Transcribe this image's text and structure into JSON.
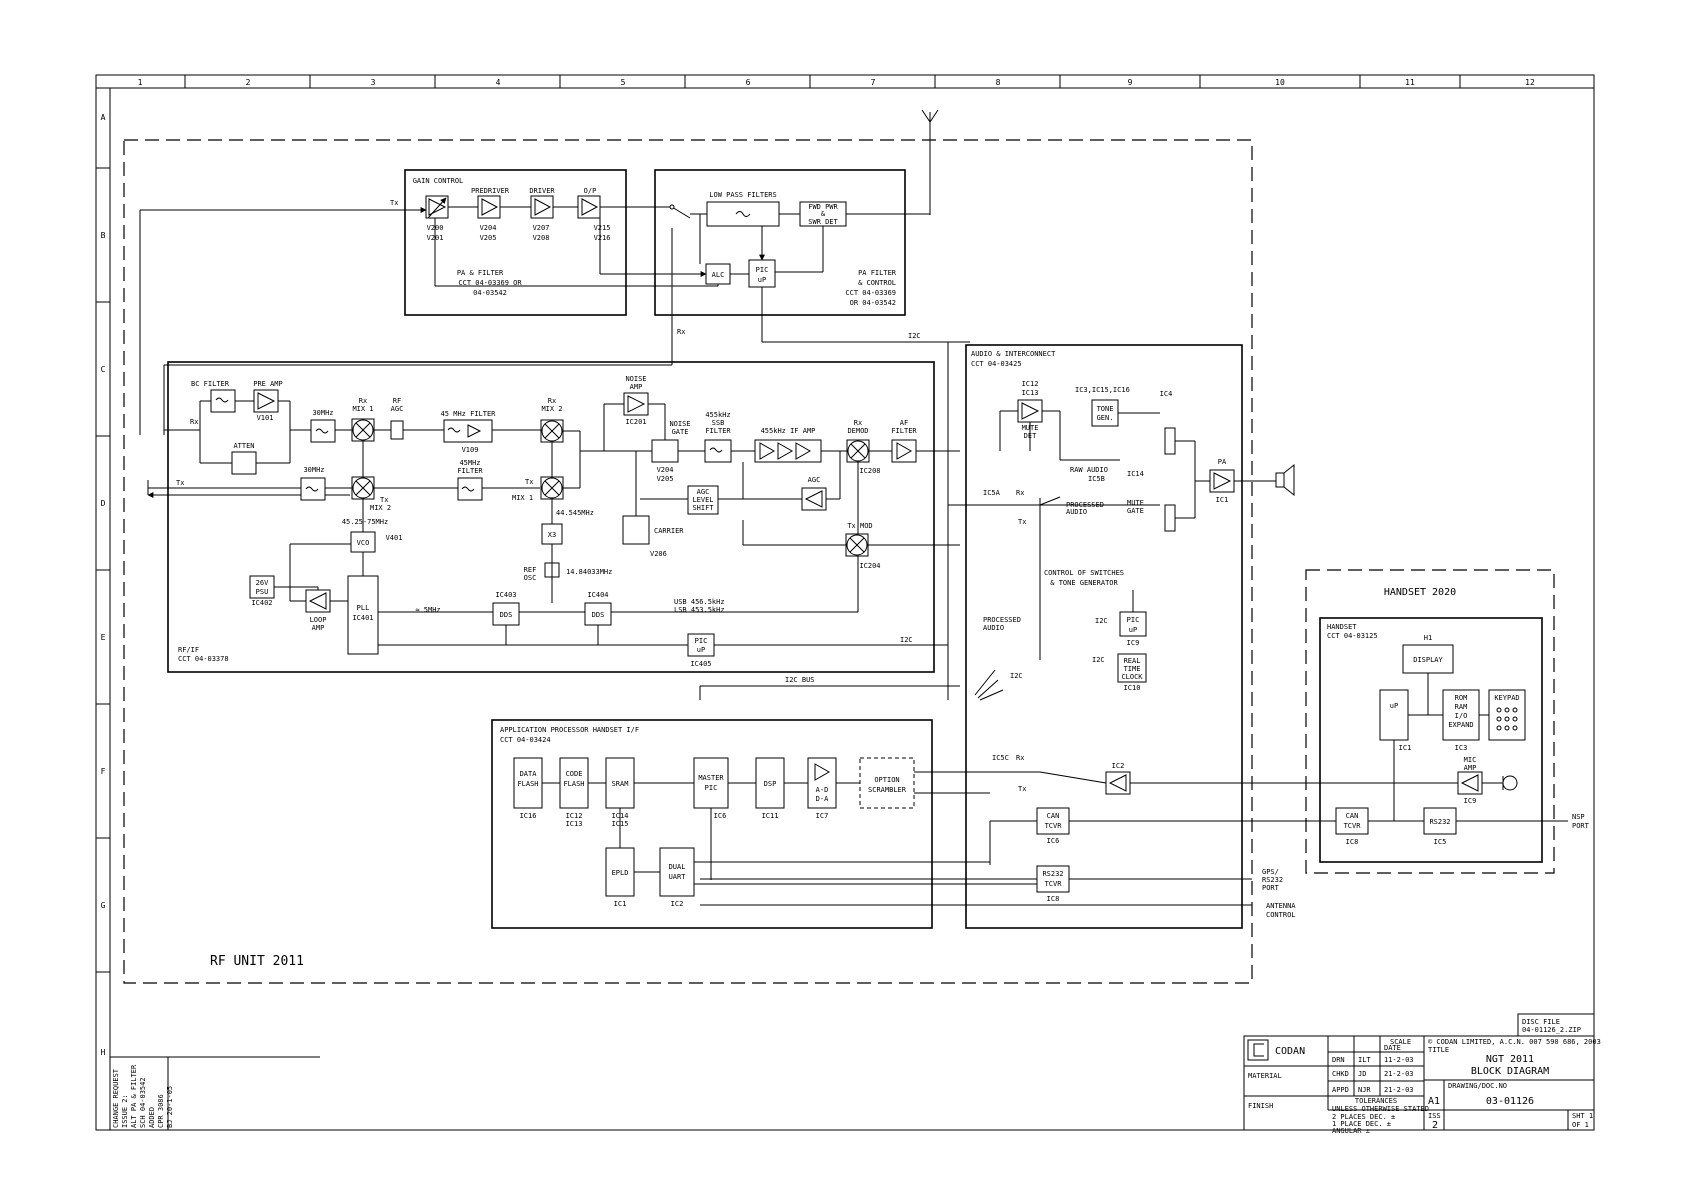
{
  "grid": {
    "cols": [
      "1",
      "2",
      "3",
      "4",
      "5",
      "6",
      "7",
      "8",
      "9",
      "10",
      "11",
      "12"
    ],
    "rows": [
      "A",
      "B",
      "C",
      "D",
      "E",
      "F",
      "G",
      "H"
    ]
  },
  "pa_filter": {
    "gain_control": "GAIN CONTROL",
    "gain_ic1": "V200",
    "gain_ic2": "V201",
    "predriver": "PREDRIVER",
    "pre_ic1": "V204",
    "pre_ic2": "V205",
    "driver": "DRIVER",
    "drv_ic1": "V207",
    "drv_ic2": "V208",
    "op": "O/P",
    "op_ic1": "V215",
    "op_ic2": "V216",
    "title1": "PA & FILTER",
    "title2": "CCT 04-03369 OR",
    "title3": "04-03542"
  },
  "pa_filter_control": {
    "lpf": "LOW PASS FILTERS",
    "fwd1": "FWD PWR",
    "fwd2": "&",
    "fwd3": "SWR DET",
    "alc": "ALC",
    "pic": "PIC",
    "up": "uP",
    "title1": "PA FILTER",
    "title2": "& CONTROL",
    "title3": "CCT 04-03369",
    "title4": "OR 04-03542"
  },
  "signals": {
    "tx": "Tx",
    "rx": "Rx",
    "i2c": "I2C",
    "i2c_bus": "I2C BUS"
  },
  "rf_if": {
    "bc_filter": "BC FILTER",
    "pre_amp": "PRE AMP",
    "v101": "V101",
    "atten": "ATTEN",
    "f30a": "30MHz",
    "f30b": "30MHz",
    "rxmix1a": "Rx",
    "rxmix1b": "MIX 1",
    "rfagc1": "RF",
    "rfagc2": "AGC",
    "f45": "45 MHz FILTER",
    "v109": "V109",
    "rxmix2a": "Rx",
    "rxmix2b": "MIX 2",
    "noise_amp1": "NOISE",
    "noise_amp2": "AMP",
    "ic201": "IC201",
    "noise_gate1": "NOISE",
    "noise_gate2": "GATE",
    "v204": "V204",
    "v205": "V205",
    "ssb1": "455kHz",
    "ssb2": "SSB",
    "ssb3": "FILTER",
    "ifamp": "455kHz IF AMP",
    "rxdemod1": "Rx",
    "rxdemod2": "DEMOD",
    "ic208": "IC208",
    "affilt1": "AF",
    "affilt2": "FILTER",
    "f45tx1": "45MHz",
    "f45tx2": "FILTER",
    "txmix1a": "Tx",
    "txmix1b": "MIX 1",
    "txmix2a": "Tx",
    "txmix2b": "MIX 2",
    "agc": "AGC",
    "agcls1": "AGC",
    "agcls2": "LEVEL",
    "agcls3": "SHIFT",
    "f44": "44.545MHz",
    "fvco": "45.25-75MHz",
    "vco": "VCO",
    "v401": "V401",
    "x3": "X3",
    "carrier": "CARRIER",
    "v206": "V206",
    "txmod": "Tx MOD",
    "ic204": "IC204",
    "refosc1": "REF",
    "refosc2": "OSC",
    "f14": "14.84033MHz",
    "psu1": "26V",
    "psu2": "PSU",
    "ic402": "IC402",
    "loop1": "LOOP",
    "loop2": "AMP",
    "pll1": "PLL",
    "pll2": "IC401",
    "f5": "≈ 5MHz",
    "ic403": "IC403",
    "dds1": "DDS",
    "ic404": "IC404",
    "dds2": "DDS",
    "usb": "USB 456.5kHz",
    "lsb": "LSB 453.5kHz",
    "pic": "PIC",
    "up": "uP",
    "ic405": "IC405",
    "title1": "RF/IF",
    "title2": "CCT 04-03378"
  },
  "audio": {
    "title1": "AUDIO & INTERCONNECT",
    "title2": "CCT 04-03425",
    "ic12": "IC12",
    "ic13": "IC13",
    "mute1": "MUTE",
    "mute2": "DET",
    "ic315": "IC3,IC15,IC16",
    "tone1": "TONE",
    "tone2": "GEN.",
    "ic4": "IC4",
    "raw1": "RAW AUDIO",
    "raw2": "IC5B",
    "proc1": "PROCESSED",
    "proc2": "AUDIO",
    "ic14": "IC14",
    "mg1": "MUTE",
    "mg2": "GATE",
    "pa": "PA",
    "ic1": "IC1",
    "ic5a": "IC5A",
    "ctl1": "CONTROL OF SWITCHES",
    "ctl2": "& TONE GENERATOR",
    "pic": "PIC",
    "up": "uP",
    "ic9": "IC9",
    "rtc1": "REAL",
    "rtc2": "TIME",
    "rtc3": "CLOCK",
    "ic10": "IC10",
    "pa1": "PROCESSED",
    "pa2": "AUDIO",
    "ic5c": "IC5C",
    "ic2": "IC2",
    "can1": "CAN",
    "can2": "TCVR",
    "ic6": "IC6",
    "rs1": "RS232",
    "rs2": "TCVR",
    "ic8": "IC8",
    "gps1": "GPS/",
    "gps2": "RS232",
    "gps3": "PORT",
    "ant1": "ANTENNA",
    "ant2": "CONTROL"
  },
  "app": {
    "title1": "APPLICATION PROCESSOR HANDSET I/F",
    "title2": "CCT 04-03424",
    "df1": "DATA",
    "df2": "FLASH",
    "ic16": "IC16",
    "cf1": "CODE",
    "cf2": "FLASH",
    "ic12": "IC12",
    "ic13": "IC13",
    "sram": "SRAM",
    "ic14": "IC14",
    "ic15": "IC15",
    "mp1": "MASTER",
    "mp2": "PIC",
    "ic6": "IC6",
    "dsp": "DSP",
    "ic11": "IC11",
    "ad1": "A-D",
    "ad2": "D-A",
    "ic7": "IC7",
    "opt1": "OPTION",
    "opt2": "SCRAMBLER",
    "epld": "EPLD",
    "ic1": "IC1",
    "du1": "DUAL",
    "du2": "UART",
    "ic2": "IC2"
  },
  "handset": {
    "outer": "HANDSET  2020",
    "title1": "HANDSET",
    "title2": "CCT 04-03125",
    "h1": "H1",
    "display": "DISPLAY",
    "up": "uP",
    "ic1": "IC1",
    "rom1": "ROM",
    "rom2": "RAM",
    "rom3": "I/O",
    "rom4": "EXPAND",
    "ic3": "IC3",
    "keypad": "KEYPAD",
    "mic1": "MIC",
    "mic2": "AMP",
    "ic9": "IC9",
    "can1": "CAN",
    "can2": "TCVR",
    "ic8": "IC8",
    "rs": "RS232",
    "ic5": "IC5",
    "nsp1": "NSP",
    "nsp2": "PORT"
  },
  "rf_unit": "RF UNIT  2011",
  "change_request": [
    "CHANGE REQUEST",
    "ISSUE 2:",
    "ALT PA & FILTER",
    "SCH 04-03542",
    "ADDED",
    "CPR 3086",
    "BJ 20-1-05"
  ],
  "title_block": {
    "disc1": "DISC FILE",
    "disc2": "04-01126_2.ZIP",
    "logo": "CODAN",
    "scale": "SCALE",
    "copyright": "© CODAN LIMITED, A.C.N. 007 590 686, 2003",
    "title_lbl": "TITLE",
    "title1": "NGT 2011",
    "title2": "BLOCK DIAGRAM",
    "dwn": "DRN",
    "dwn_by": "ILT",
    "date_lbl": "DATE",
    "date1": "11-2-03",
    "chkd": "CHKD",
    "chkd_by": "JD",
    "date2": "21-2-03",
    "appd": "APPD",
    "appd_by": "NJR",
    "date3": "21-2-03",
    "material": "MATERIAL",
    "finish": "FINISH",
    "tol1": "TOLERANCES",
    "tol2": "UNLESS OTHERWISE STATED",
    "tol3": "2 PLACES DEC. ±",
    "tol4": "1 PLACE DEC. ±",
    "tol5": "ANGULAR ±",
    "size": "A1",
    "drawing_lbl": "DRAWING/DOC.NO",
    "drawing_no": "03-01126",
    "iss_lbl": "ISS",
    "iss": "2",
    "sht": "SHT 1",
    "of": "OF 1"
  }
}
